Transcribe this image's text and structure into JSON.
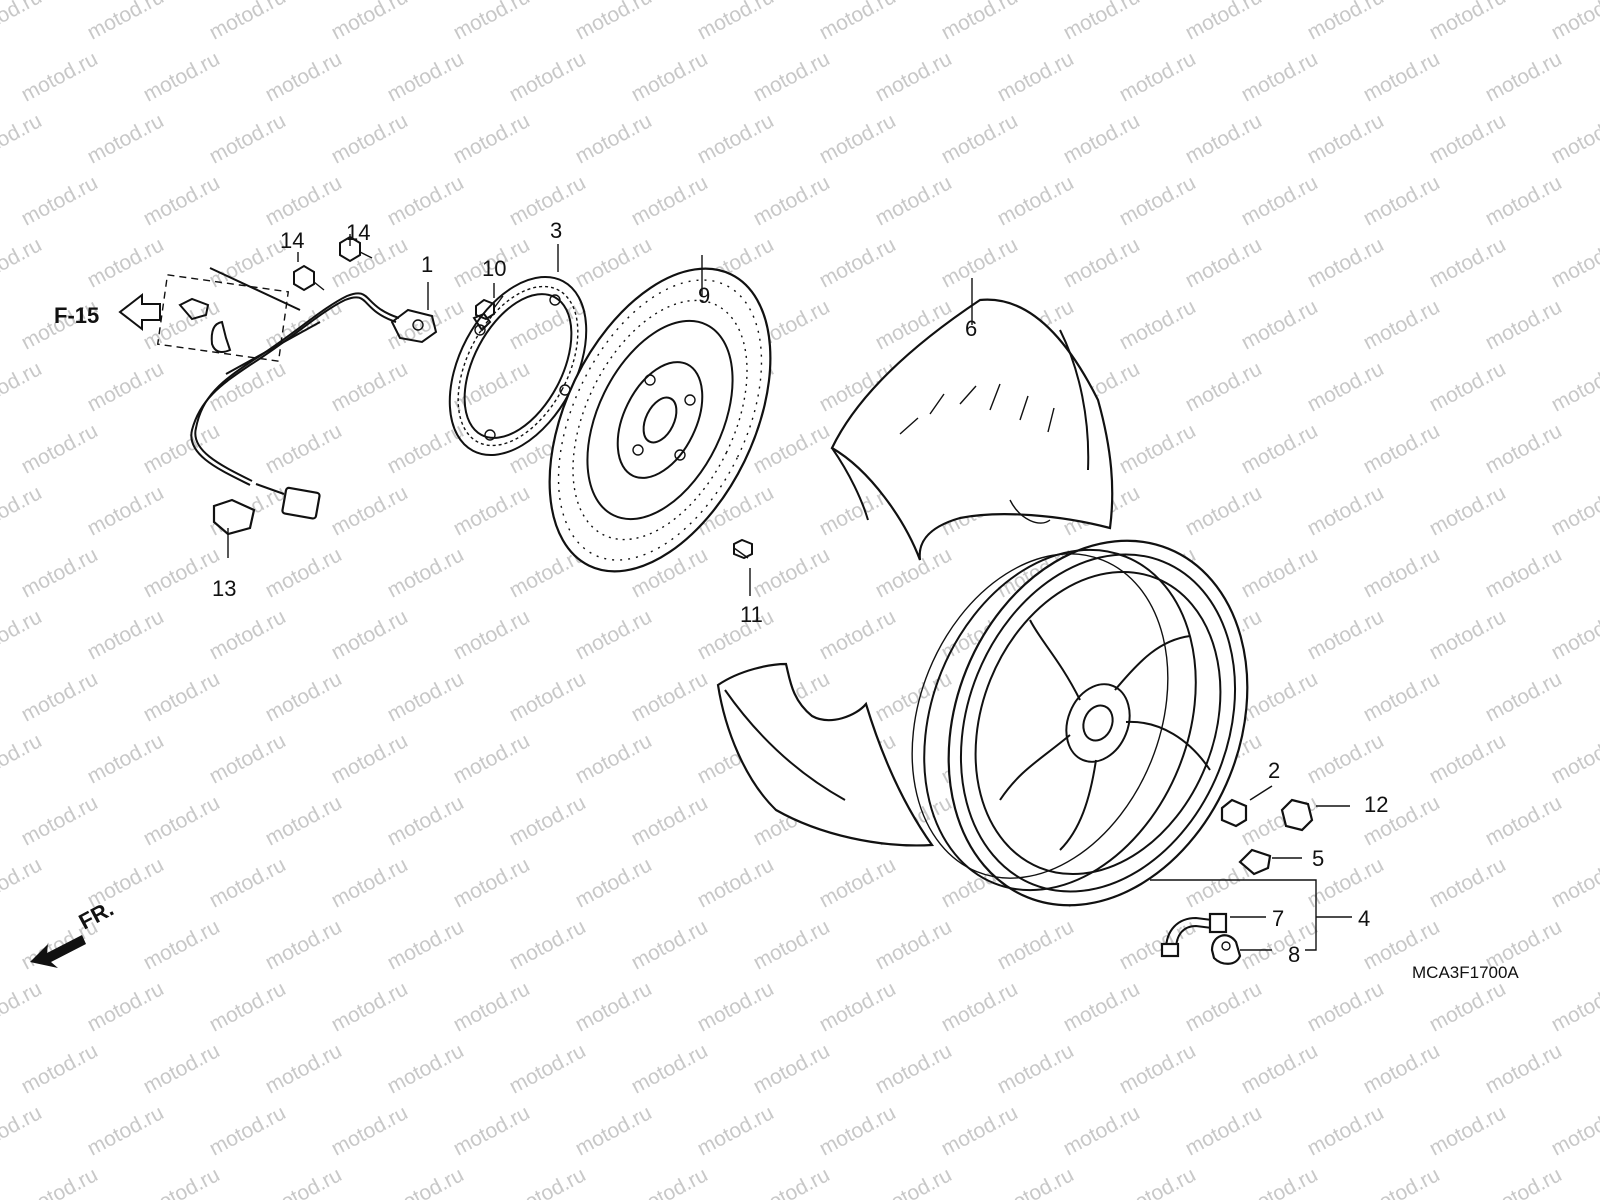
{
  "watermark": "motod.ru",
  "diagram_code": "MCA3F1700A",
  "ref_label": "F-15",
  "front_label": "FR.",
  "callouts": {
    "c1": "1",
    "c2": "2",
    "c3": "3",
    "c4": "4",
    "c5": "5",
    "c6": "6",
    "c7": "7",
    "c8": "8",
    "c9": "9",
    "c10": "10",
    "c11": "11",
    "c12": "12",
    "c13": "13",
    "c14a": "14",
    "c14b": "14"
  },
  "colors": {
    "line": "#111111",
    "watermark": "#c8c8c8",
    "background": "#ffffff"
  }
}
